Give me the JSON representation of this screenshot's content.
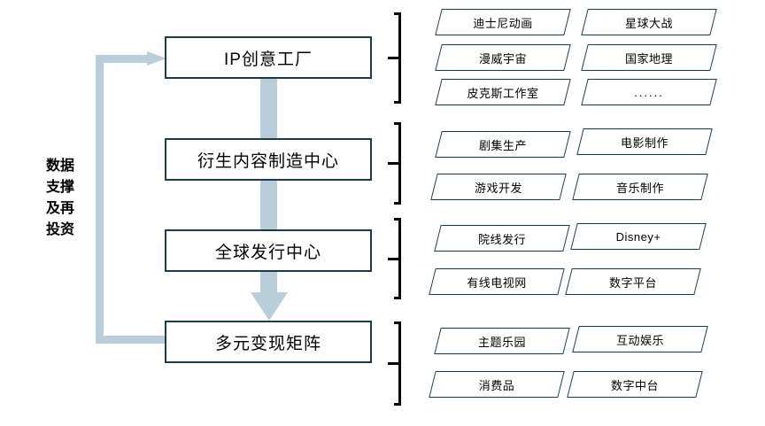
{
  "diagram": {
    "title_side_label": "数据\n支撑\n及再\n投资",
    "colors": {
      "box_border": "#1b3b4b",
      "chip_border": "#1b3b4b",
      "flow_arrow": "#b9ceda",
      "feedback_arrow": "#b9ceda",
      "bracket": "#000000",
      "background": "#ffffff",
      "text": "#000000"
    },
    "stages": [
      {
        "id": "ip-creative-factory",
        "label": "IP创意工厂",
        "items": [
          "迪士尼动画",
          "星球大战",
          "漫威宇宙",
          "国家地理",
          "皮克斯工作室",
          "......"
        ]
      },
      {
        "id": "derivative-content-center",
        "label": "衍生内容制造中心",
        "items": [
          "剧集生产",
          "电影制作",
          "游戏开发",
          "音乐制作"
        ]
      },
      {
        "id": "global-distribution-center",
        "label": "全球发行中心",
        "items": [
          "院线发行",
          "Disney+",
          "有线电视网",
          "数字平台"
        ]
      },
      {
        "id": "monetization-matrix",
        "label": "多元变现矩阵",
        "items": [
          "主题乐园",
          "互动娱乐",
          "消费品",
          "数字中台"
        ]
      }
    ]
  }
}
